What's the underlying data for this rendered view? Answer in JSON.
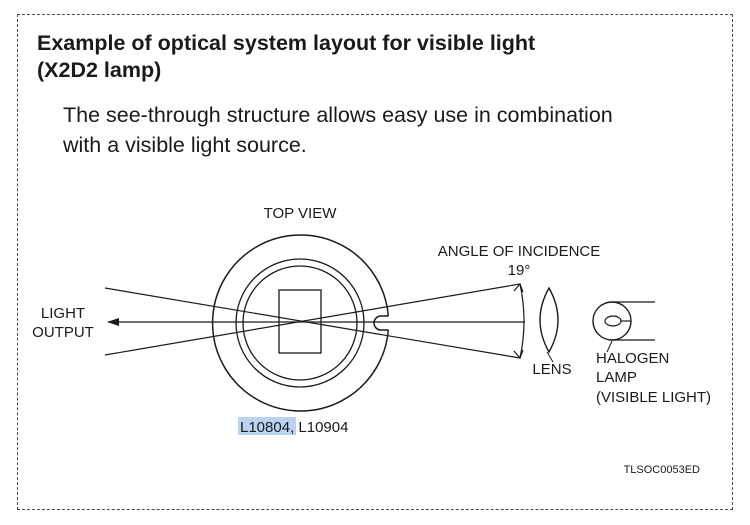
{
  "title_line1": "Example of optical system layout for visible light",
  "title_line2": "(X2D2 lamp)",
  "description_line1": "The see-through structure allows easy use in combination",
  "description_line2": "with a visible light source.",
  "diagram": {
    "top_view": "TOP VIEW",
    "light_output_line1": "LIGHT",
    "light_output_line2": "OUTPUT",
    "angle_line1": "ANGLE OF INCIDENCE",
    "angle_line2": "19°",
    "lens": "LENS",
    "halogen_line1": "HALOGEN",
    "halogen_line2": "LAMP",
    "halogen_line3": "(VISIBLE LIGHT)",
    "model_highlighted": "L10804",
    "model_rest": ", L10904",
    "figure_code": "TLSOC0053ED"
  },
  "colors": {
    "highlight": "#b9d3f0",
    "line": "#1a1a1a",
    "frame": "#4a4a4a"
  }
}
